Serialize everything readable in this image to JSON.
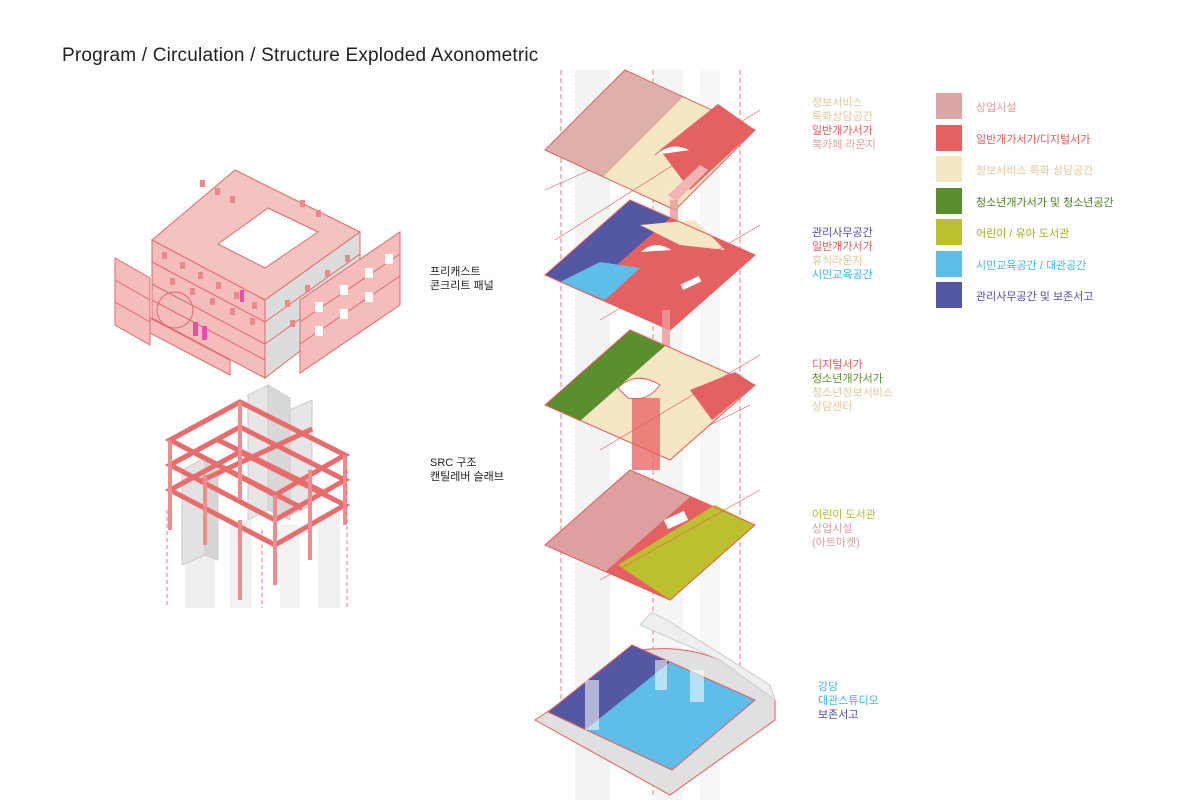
{
  "title": "Program / Circulation / Structure Exploded Axonometric",
  "left_labels": {
    "facade": [
      "프리캐스트",
      "콘크리트 패널"
    ],
    "structure": [
      "SRC 구조",
      "캔틸레버 슬래브"
    ]
  },
  "floor_labels": [
    {
      "lines": [
        {
          "text": "정보서비스",
          "color": "#e2c79c"
        },
        {
          "text": "특화상담공간",
          "color": "#e2c79c"
        },
        {
          "text": "일반개가서가",
          "color": "#e05c5c"
        },
        {
          "text": "북카페 라운지",
          "color": "#d9a0a0"
        }
      ]
    },
    {
      "lines": [
        {
          "text": "관리사무공간",
          "color": "#4f4f9e"
        },
        {
          "text": "일반개가서가",
          "color": "#e05c5c"
        },
        {
          "text": "휴식라운지",
          "color": "#e2c79c"
        },
        {
          "text": "시민교육공간",
          "color": "#3eb5e8"
        }
      ]
    },
    {
      "lines": [
        {
          "text": "디지털서가",
          "color": "#e05c5c"
        },
        {
          "text": "청소년개가서가",
          "color": "#5a8f2e"
        },
        {
          "text": "청소년정보서비스",
          "color": "#e2c79c"
        },
        {
          "text": "상담센터",
          "color": "#e2c79c"
        }
      ]
    },
    {
      "lines": [
        {
          "text": "어린이 도서관",
          "color": "#b9bb2c"
        },
        {
          "text": "상업시설",
          "color": "#d9a0a0"
        },
        {
          "text": "(아트마켓)",
          "color": "#d9a0a0"
        }
      ]
    },
    {
      "lines": [
        {
          "text": "강당",
          "color": "#3eb5e8"
        },
        {
          "text": "대관스튜디오",
          "color": "#3eb5e8"
        },
        {
          "text": "보존서고",
          "color": "#4f4f9e"
        }
      ]
    }
  ],
  "legend": [
    {
      "label": "상업시설",
      "color": "#dba6a6",
      "text_color": "#d9a0a0"
    },
    {
      "label": "일반개가서가/디지털서가",
      "color": "#e56060",
      "text_color": "#e05c5c"
    },
    {
      "label": "정보서비스 특화 상담공간",
      "color": "#f5e6c4",
      "text_color": "#e2c79c"
    },
    {
      "label": "청소년개가서가 및 청소년공간",
      "color": "#5a8f2e",
      "text_color": "#4a7f25"
    },
    {
      "label": "어린이 / 유아 도서관",
      "color": "#bdc02e",
      "text_color": "#a8ab1f"
    },
    {
      "label": "시민교육공간 / 대관공간",
      "color": "#5fbde9",
      "text_color": "#3eb5e8"
    },
    {
      "label": "관리사무공간 및 보존서고",
      "color": "#5457a3",
      "text_color": "#4f4f9e"
    }
  ]
}
